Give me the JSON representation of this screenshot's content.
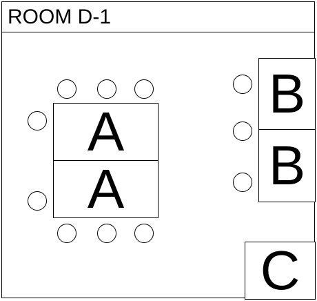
{
  "room": {
    "title": "ROOM D-1"
  },
  "tables": {
    "a_top": {
      "label": "A"
    },
    "a_bottom": {
      "label": "A"
    },
    "b_top": {
      "label": "B"
    },
    "b_bottom": {
      "label": "B"
    },
    "c": {
      "label": "C"
    }
  },
  "colors": {
    "line": "#000000",
    "background": "#ffffff"
  }
}
